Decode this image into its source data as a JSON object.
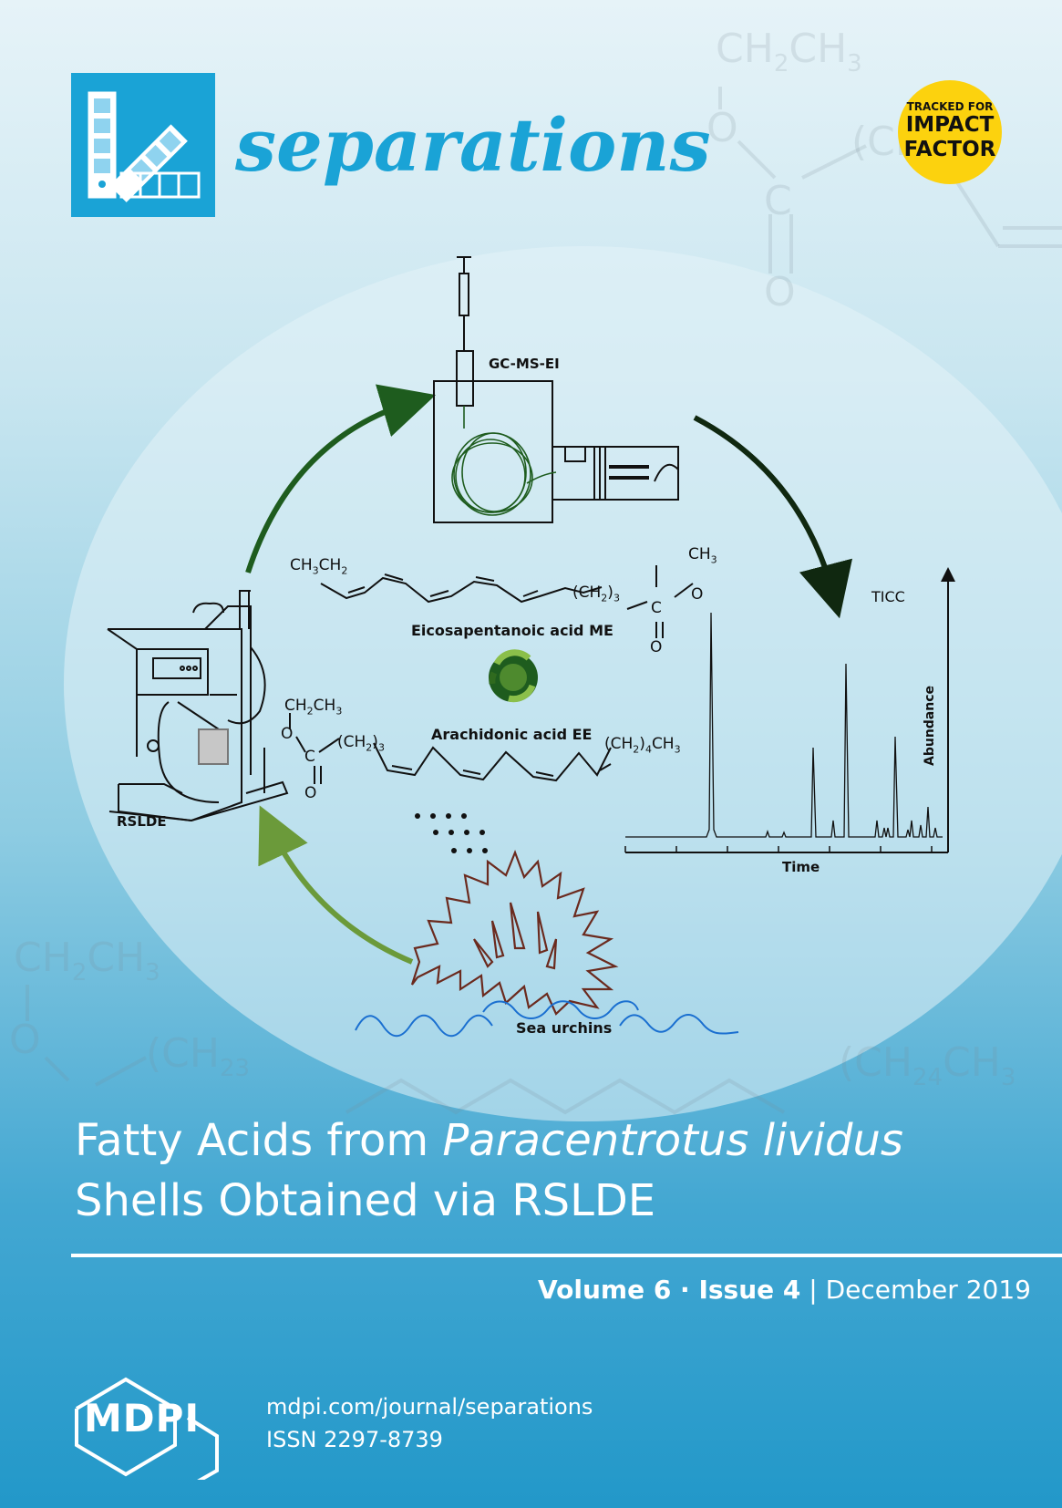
{
  "journal": {
    "name": "separations",
    "badge_line1": "TRACKED FOR",
    "badge_line2": "IMPACT",
    "badge_line3": "FACTOR"
  },
  "background_chem": [
    "CH",
    "2",
    "CH",
    "3",
    "O",
    "C",
    "O",
    "(CH",
    "2",
    "3",
    "(CH",
    "2",
    "4",
    "CH",
    "3"
  ],
  "diagram": {
    "instrument": "GC-MS-EI",
    "extractor": "RSLDE",
    "chromatogram_title": "TICC",
    "y_axis": "Abundance",
    "x_axis": "Time",
    "compound1": "Eicosapentanoic acid ME",
    "compound2": "Arachidonic acid EE",
    "source": "Sea urchins",
    "chem_ch3ch2": [
      "CH",
      "3",
      "CH",
      "2"
    ],
    "chem_ch3": [
      "CH",
      "3"
    ],
    "chem_ch2_3": [
      "(CH",
      "2",
      ")",
      "3"
    ],
    "chem_ch2ch3": [
      "CH",
      "2",
      "CH",
      "3"
    ],
    "chem_ch2_4ch3": [
      "(CH",
      "2",
      ")",
      "4",
      "CH",
      "3"
    ],
    "atom_o": "O",
    "atom_c": "C"
  },
  "title": {
    "line1_regular": "Fatty Acids from ",
    "line1_italic": "Paracentrotus lividus",
    "line2": "Shells Obtained via RSLDE"
  },
  "issue": {
    "volume": "Volume 6",
    "separator": " · ",
    "issue": "Issue 4",
    "divider": " | ",
    "date": "December 2019"
  },
  "publisher": {
    "name": "MDPI",
    "url": "mdpi.com/journal/separations",
    "issn": "ISSN 2297-8739"
  },
  "colors": {
    "brand_blue": "#1aa3d6",
    "badge_yellow": "#fcd20e",
    "arrow_dark_green": "#1e5c1e",
    "arrow_light_green": "#6b9a3a",
    "urchin": "#6b2a1e",
    "wave": "#1a6fd0"
  }
}
